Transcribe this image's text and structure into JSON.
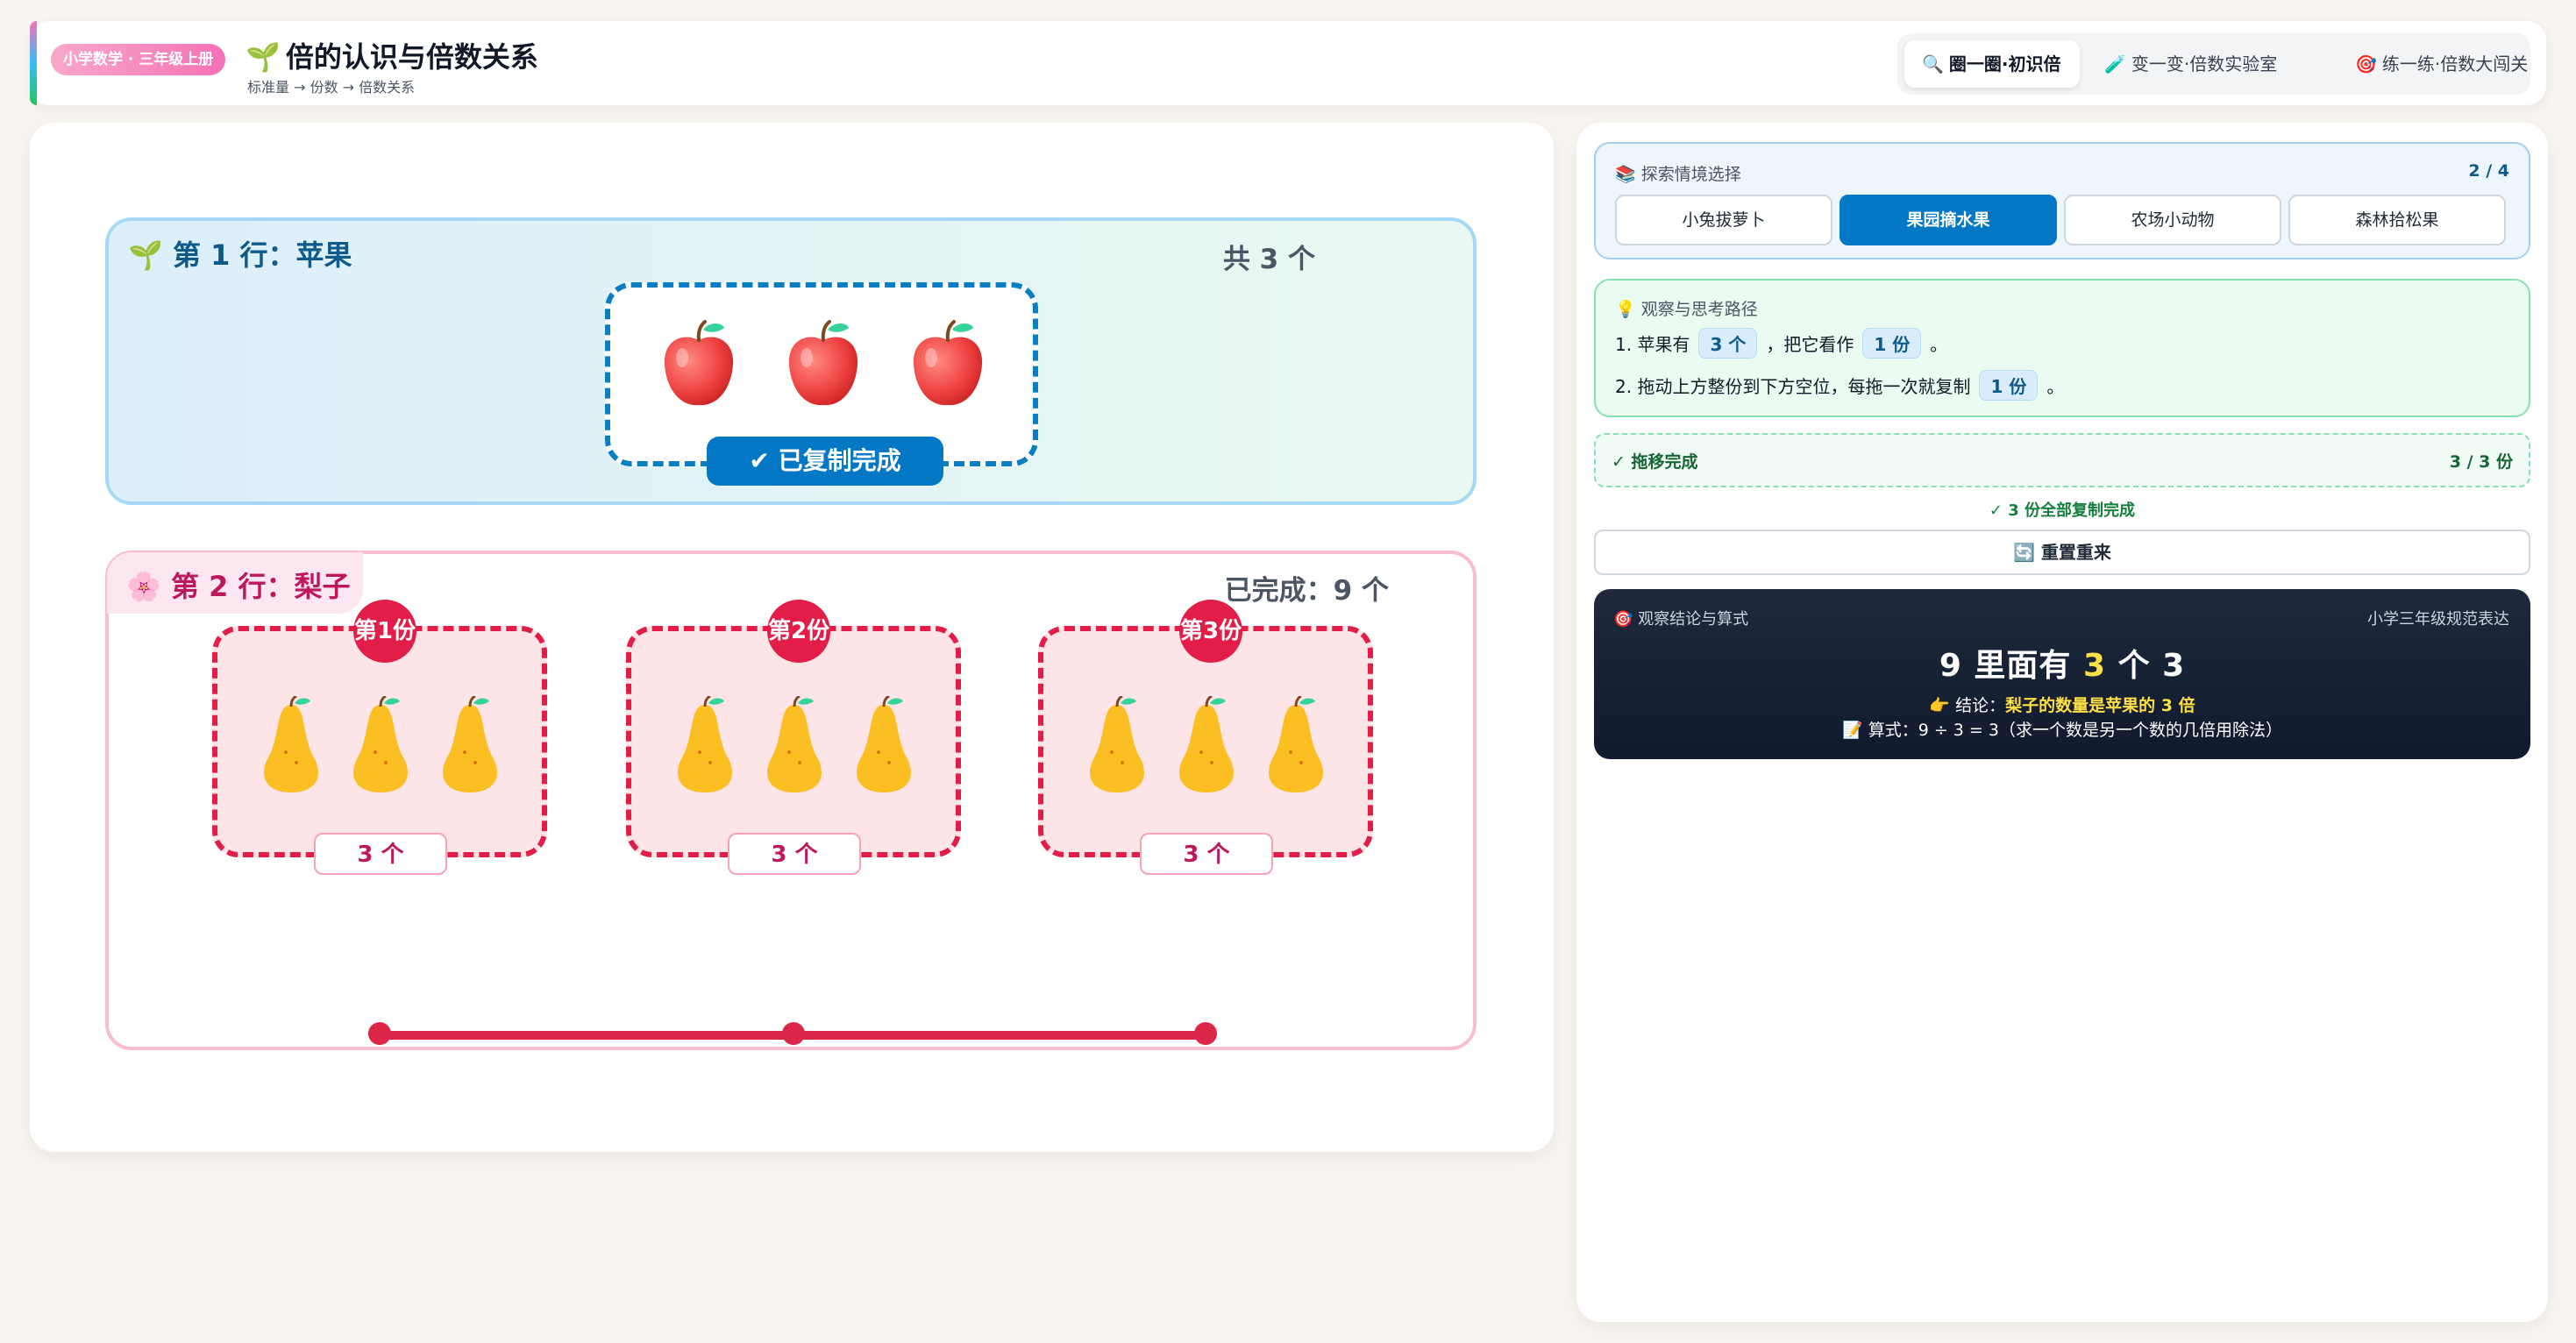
{
  "header": {
    "grade_badge": "小学数学 · 三年级上册",
    "title_icon": "🌱",
    "title": "倍的认识与倍数关系",
    "subtitle": "标准量 → 份数 → 倍数关系",
    "tabs": [
      {
        "icon": "🔍",
        "label": "圈一圈·初识倍",
        "active": true
      },
      {
        "icon": "🧪",
        "label": "变一变·倍数实验室",
        "active": false
      },
      {
        "icon": "🎯",
        "label": "练一练·倍数大闯关",
        "active": false
      }
    ]
  },
  "row1": {
    "icon": "🌱",
    "title": "第 1 行：苹果",
    "count": "共 3 个",
    "done_badge": "✔ 已复制完成",
    "fruit_count": 3
  },
  "row2": {
    "icon": "🌸",
    "title": "第 2 行：梨子",
    "count": "已完成：9 个",
    "groups": [
      {
        "badge": "第1份",
        "count": "3 个"
      },
      {
        "badge": "第2份",
        "count": "3 个"
      },
      {
        "badge": "第3份",
        "count": "3 个"
      }
    ]
  },
  "sidebar": {
    "scene": {
      "label": "📚 探索情境选择",
      "counter": "2 / 4",
      "options": [
        "小兔拔萝卜",
        "果园摘水果",
        "农场小动物",
        "森林拾松果"
      ],
      "selected": "果园摘水果"
    },
    "think": {
      "label": "💡 观察与思考路径",
      "step1": {
        "a": "1. 苹果有",
        "chip1": "3 个",
        "b": "，把它看作",
        "chip2": "1 份",
        "c": "。"
      },
      "step2": {
        "a": "2. 拖动上方整份到下方空位，每拖一次就复制",
        "chip": "1 份",
        "b": "。"
      }
    },
    "progress": {
      "label": "✓ 拖移完成",
      "count": "3 / 3 份"
    },
    "all_done": "✓ 3 份全部复制完成",
    "reset": "🔄 重置重来",
    "conclusion": {
      "label": "🎯 观察结论与算式",
      "standard": "小学三年级规范表达",
      "eq_a": "9 里面有",
      "eq_hl": "3",
      "eq_b": "个 3",
      "line1_prefix": "👉 结论：",
      "line1_hl": "梨子的数量是苹果的 3 倍",
      "line2": "📝 算式：9 ÷ 3 = 3（求一个数是另一个数的几倍用除法）"
    }
  },
  "colors": {
    "primary": "#0478c4",
    "pear_accent": "#e11d48",
    "success": "#15803d",
    "dark_panel": "#1e293b",
    "highlight": "#fde047"
  }
}
